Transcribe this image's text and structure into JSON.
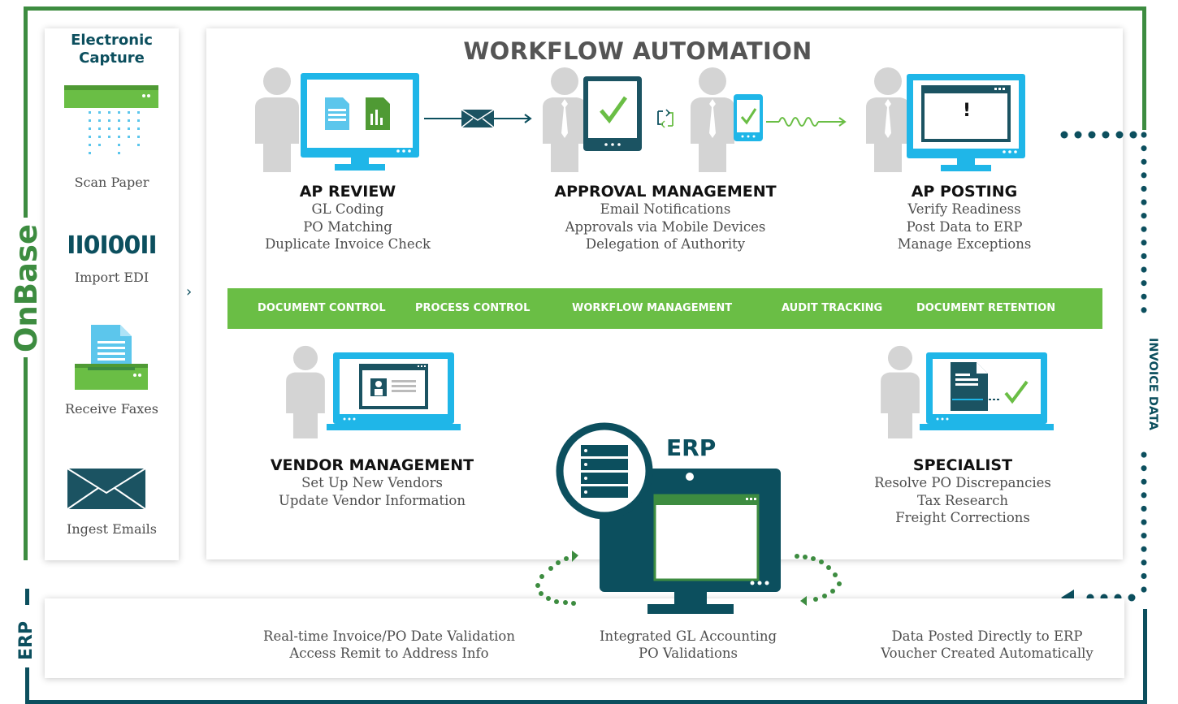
{
  "colors": {
    "onbase_green": "#3d8c40",
    "erp_teal": "#0c4f5e",
    "bar_green": "#6abe45",
    "screen_blue": "#1fb6e8",
    "person_gray": "#d4d4d4",
    "dark_navy": "#1b5362"
  },
  "brand": {
    "onbase": "OnBase",
    "erp": "ERP"
  },
  "capture": {
    "title": "Electronic Capture",
    "items": [
      {
        "label": "Scan Paper",
        "icon": "scanner-icon"
      },
      {
        "label": "Import EDI",
        "icon": "edi-binary-icon",
        "glyph": "II0I00II"
      },
      {
        "label": "Receive Faxes",
        "icon": "fax-icon"
      },
      {
        "label": "Ingest Emails",
        "icon": "envelope-icon"
      }
    ]
  },
  "workflow": {
    "title": "WORKFLOW AUTOMATION",
    "ap_review": {
      "title": "AP REVIEW",
      "lines": [
        "GL Coding",
        "PO Matching",
        "Duplicate Invoice Check"
      ]
    },
    "approval": {
      "title": "APPROVAL MANAGEMENT",
      "lines": [
        "Email Notifications",
        "Approvals via Mobile Devices",
        "Delegation of Authority"
      ]
    },
    "ap_posting": {
      "title": "AP POSTING",
      "lines": [
        "Verify Readiness",
        "Post Data to ERP",
        "Manage Exceptions"
      ],
      "screen_glyph": "!"
    },
    "bar": [
      "DOCUMENT CONTROL",
      "PROCESS CONTROL",
      "WORKFLOW MANAGEMENT",
      "AUDIT TRACKING",
      "DOCUMENT RETENTION"
    ],
    "vendor": {
      "title": "VENDOR MANAGEMENT",
      "lines": [
        "Set Up New Vendors",
        "Update Vendor Information"
      ]
    },
    "specialist": {
      "title": "SPECIALIST",
      "lines": [
        "Resolve PO Discrepancies",
        "Tax Research",
        "Freight Corrections"
      ]
    },
    "erp_label": "ERP"
  },
  "side_label": "INVOICE DATA",
  "erp_panel": {
    "left": [
      "Real-time Invoice/PO Date Validation",
      "Access Remit to Address Info"
    ],
    "center": [
      "Integrated GL Accounting",
      "PO Validations"
    ],
    "right": [
      "Data Posted Directly to ERP",
      "Voucher Created Automatically"
    ]
  }
}
